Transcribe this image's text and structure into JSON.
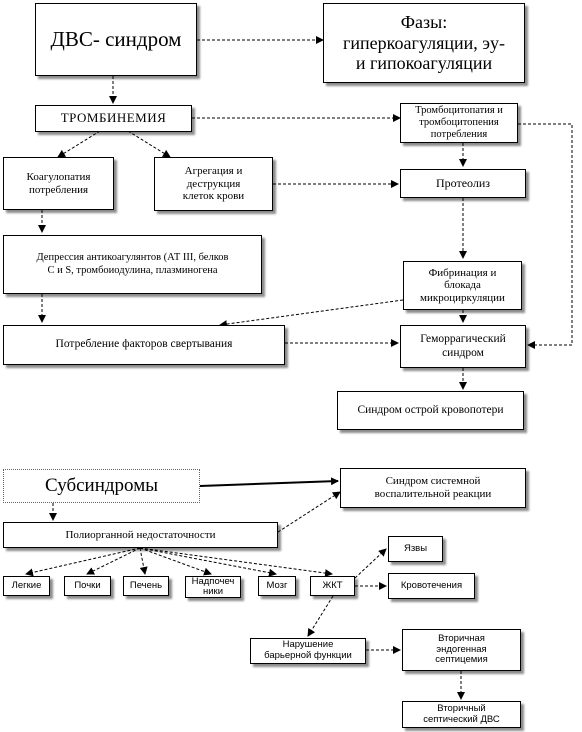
{
  "diagram": {
    "dic": "ДВС- синдром",
    "phases": "Фазы:\nгиперкоагуляции, эу-\nи гипокоагуляции",
    "thrombinemia": "ТРОМБИНЕМИЯ",
    "thrombocytopathy": "Тромбоцитопатия и\nтромбоцитопения\nпотребления",
    "coagulopathy": "Коагулопатия\nпотребления",
    "aggregation": "Агрегация и\nдеструкция\nклеток крови",
    "proteolysis": "Протеолиз",
    "anticoagulant_depression": "Депрессия антикоагулянтов (АТ III, белков\nС и S, тромбоиодулина, плазминогена",
    "fibrination": "Фибринация и\nблокада\nмикроциркуляции",
    "factor_consumption": "Потребление факторов свертывания",
    "hemorrhagic": "Геморрагический\nсиндром",
    "acute_blood_loss": "Синдром острой кровопотери",
    "subsyndromes": "Субсиндромы",
    "sirs": "Синдром системной\nвоспалительной реакции",
    "mof": "Полиорганной недостаточности",
    "organs": {
      "lungs": "Легкие",
      "kidneys": "Почки",
      "liver": "Печень",
      "adrenals": "Надпочеч\nники",
      "brain": "Мозг",
      "git": "ЖКТ"
    },
    "ulcers": "Язвы",
    "bleeding": "Кровотечения",
    "barrier": "Нарушение\nбарьерной функции",
    "endo_septicemia": "Вторичная\nэндогенная\nсептицемия",
    "septic_dic": "Вторичный\nсептический ДВС"
  }
}
